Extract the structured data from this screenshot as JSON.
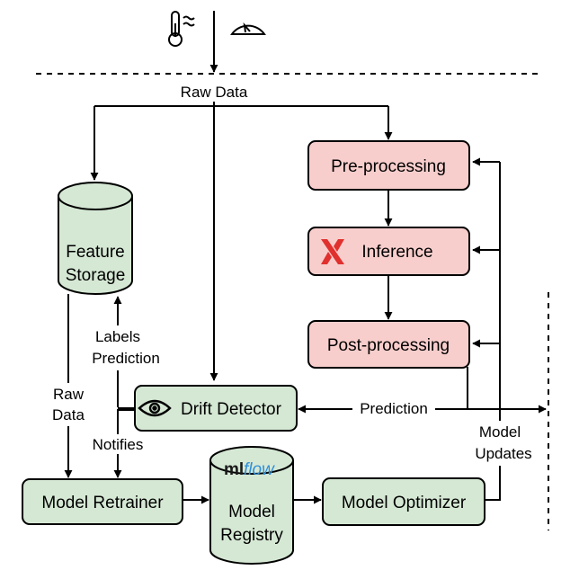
{
  "diagram": {
    "nodes": {
      "preprocessing": {
        "label": "Pre-processing"
      },
      "inference": {
        "label": "Inference"
      },
      "postprocessing": {
        "label": "Post-processing"
      },
      "feature_storage": {
        "label_line1": "Feature",
        "label_line2": "Storage"
      },
      "drift_detector": {
        "label": "Drift Detector"
      },
      "model_retrainer": {
        "label": "Model Retrainer"
      },
      "model_registry": {
        "label_line1": "Model",
        "label_line2": "Registry",
        "logo_text_ml": "ml",
        "logo_text_flow": "flow"
      },
      "model_optimizer": {
        "label": "Model Optimizer"
      }
    },
    "edge_labels": {
      "raw_data_top": "Raw Data",
      "raw_data_left_line1": "Raw",
      "raw_data_left_line2": "Data",
      "labels_prediction_line1": "Labels",
      "labels_prediction_line2": "Prediction",
      "notifies": "Notifies",
      "prediction": "Prediction",
      "model_updates_line1": "Model",
      "model_updates_line2": "Updates"
    },
    "icons": [
      "thermometer-icon",
      "gauge-icon",
      "eye-icon",
      "xilinx-logo",
      "mlflow-logo"
    ],
    "colors": {
      "red_box_fill": "#f8cecc",
      "green_box_fill": "#d5e8d4",
      "stroke": "#000000",
      "xilinx_red": "#e0312e",
      "mlflow_blue": "#2f8fdc"
    }
  }
}
